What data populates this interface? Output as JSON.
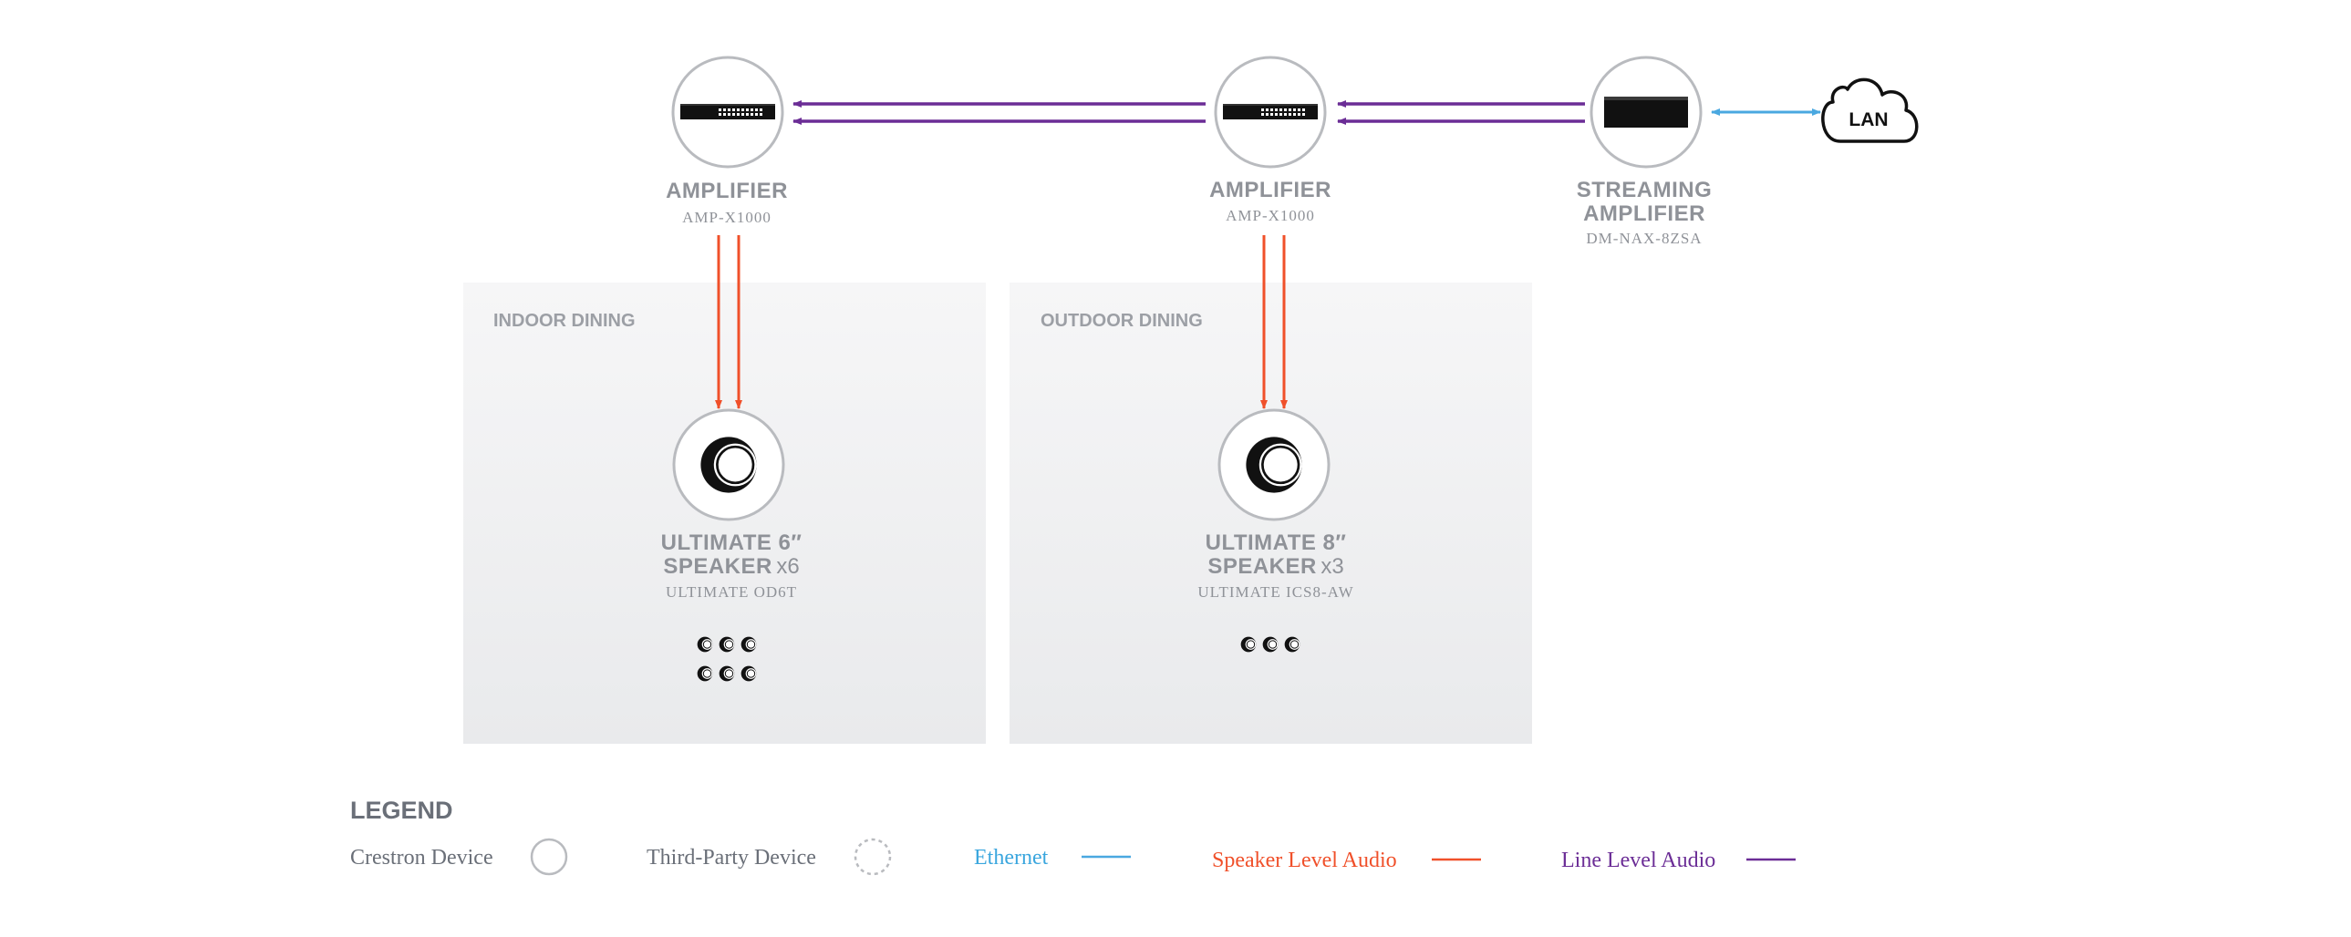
{
  "devices": {
    "amp1": {
      "name": "AMPLIFIER",
      "model": "AMP-X1000"
    },
    "amp2": {
      "name": "AMPLIFIER",
      "model": "AMP-X1000"
    },
    "streamer": {
      "name_line1": "STREAMING",
      "name_line2": "AMPLIFIER",
      "model": "DM-NAX-8ZSA"
    },
    "lan": {
      "label": "LAN"
    }
  },
  "zones": {
    "indoor": {
      "label": "INDOOR DINING",
      "speaker_line1": "ULTIMATE 6″",
      "speaker_line2": "SPEAKER",
      "quantity": "x6",
      "model": "ULTIMATE OD6T",
      "count": 6
    },
    "outdoor": {
      "label": "OUTDOOR DINING",
      "speaker_line1": "ULTIMATE 8″",
      "speaker_line2": "SPEAKER",
      "quantity": "x3",
      "model": "ULTIMATE ICS8-AW",
      "count": 3
    }
  },
  "legend": {
    "title": "LEGEND",
    "crestron": "Crestron Device",
    "third_party": "Third-Party Device",
    "ethernet": "Ethernet",
    "speaker_audio": "Speaker Level Audio",
    "line_audio": "Line Level Audio"
  },
  "colors": {
    "ethernet": "#4aa8e0",
    "speaker_audio": "#f0502a",
    "line_audio": "#6b2d96",
    "device_border": "#b9bbbf",
    "label_gray": "#8f9298"
  }
}
